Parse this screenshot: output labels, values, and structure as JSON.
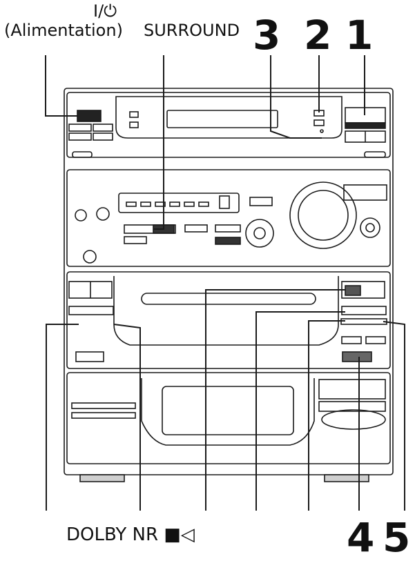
{
  "labels": {
    "power_symbol": "I/⏻",
    "power_name": "(Alimentation)",
    "surround": "SURROUND",
    "dolby_nr": "DOLBY NR ■◁"
  },
  "callouts": {
    "n1": "1",
    "n2": "2",
    "n3": "3",
    "n4": "4",
    "n5": "5"
  },
  "colors": {
    "line": "#1a1a1a",
    "panel": "#ffffff",
    "shade": "#cfcfcf"
  }
}
